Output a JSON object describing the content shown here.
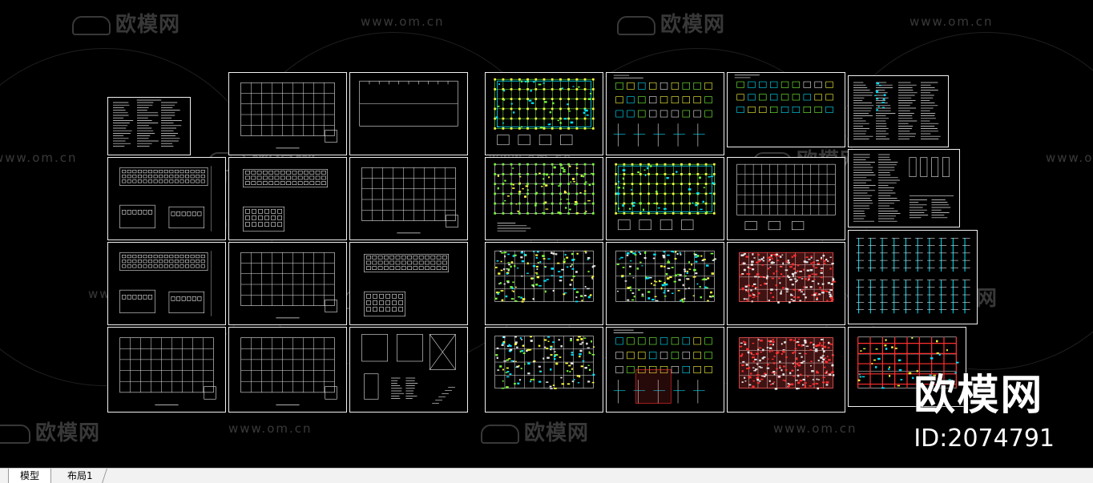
{
  "watermark": {
    "logo_text": "欧模网",
    "url_text": "www.om.cn"
  },
  "brand": {
    "logo_text": "欧模网",
    "id_text": "ID:2074791"
  },
  "tabs": {
    "model": "模型",
    "layout1": "布局1"
  },
  "colors": {
    "background": "#000000",
    "sheet_border": "#f0f0f0",
    "line_white": "#e8e8e8",
    "line_cyan": "#00e5ff",
    "line_green": "#7cff3c",
    "line_yellow": "#ffff40",
    "line_red": "#ff3030",
    "tabbar": "#f2f2f2"
  }
}
